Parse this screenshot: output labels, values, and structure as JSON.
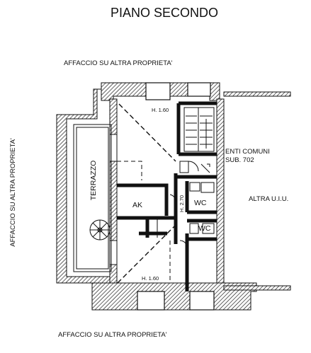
{
  "title": "PIANO SECONDO",
  "labels": {
    "top": "AFFACCIO SU ALTRA PROPRIETA'",
    "bottom": "AFFACCIO SU ALTRA PROPRIETA'",
    "left": "AFFACCIO SU ALTRA PROPRIETA'",
    "right": "ALTRA U.I.U.",
    "common_line1": "ENTI COMUNI",
    "common_line2": "SUB. 702"
  },
  "rooms": {
    "terrace": "TERRAZZO",
    "ak": "AK",
    "wc1": "WC",
    "wc2": "WC"
  },
  "heights": {
    "top": "H. 1.60",
    "bottom": "H. 1.60",
    "side": "H. 2.70"
  }
}
